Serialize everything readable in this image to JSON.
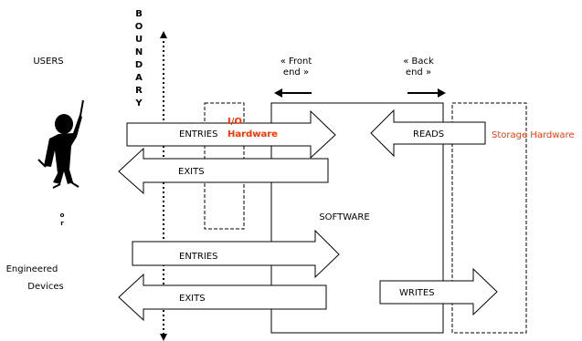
{
  "users_label": "USERS",
  "or_label": [
    "o",
    "r"
  ],
  "engineered_label": [
    "Engineered",
    "Devices"
  ],
  "boundary_letters": [
    "B",
    "O",
    "U",
    "N",
    "D",
    "A",
    "R",
    "Y"
  ],
  "front_end": [
    "« Front",
    "end »"
  ],
  "back_end": [
    "« Back",
    "end »"
  ],
  "io_hardware": [
    "I/O",
    "Hardware"
  ],
  "storage_hardware": "Storage Hardware",
  "software": "SOFTWARE",
  "arrows": {
    "entries_top": "ENTRIES",
    "exits_top": "EXITS",
    "reads": "READS",
    "entries_bottom": "ENTRIES",
    "exits_bottom": "EXITS",
    "writes": "WRITES"
  },
  "colors": {
    "accent": "#ff3300"
  }
}
